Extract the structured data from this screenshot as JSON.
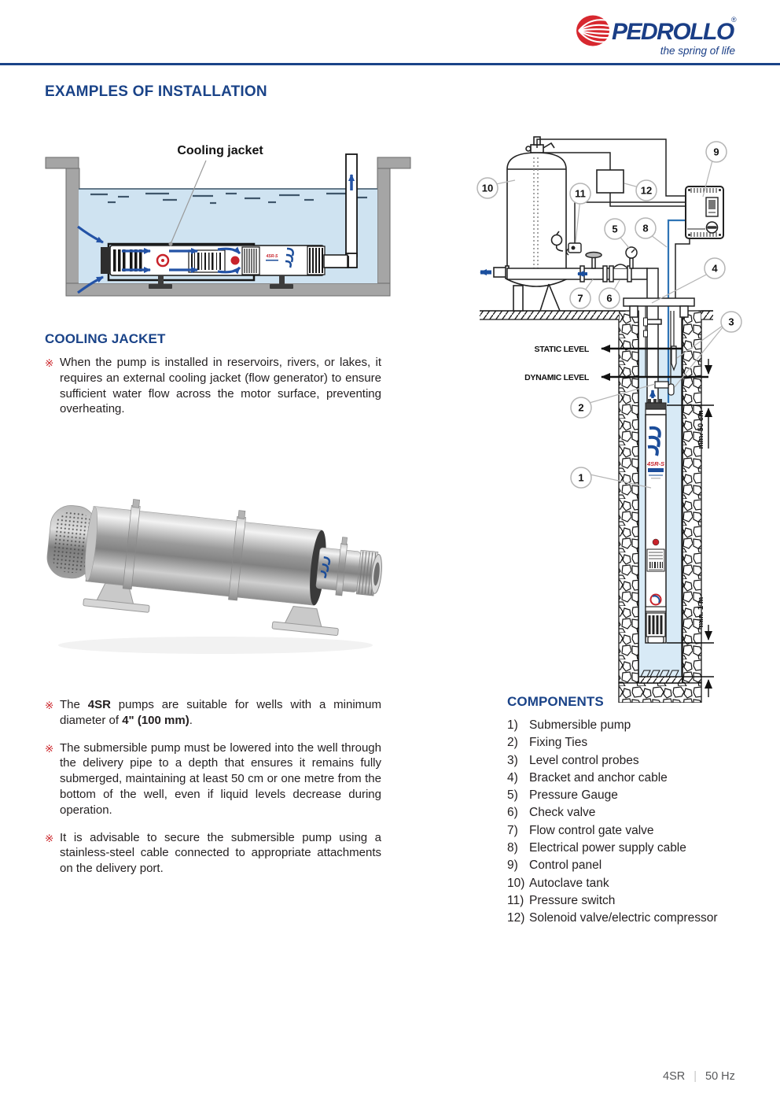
{
  "brand": {
    "name": "PEDROLLO",
    "reg": "®",
    "tagline": "the spring of life"
  },
  "page": {
    "title": "EXAMPLES OF INSTALLATION"
  },
  "cooling": {
    "label": "Cooling jacket"
  },
  "install": {
    "static_level": "STATIC LEVEL",
    "dynamic_level": "DYNAMIC LEVEL",
    "min_50": "min. 50 cm",
    "min_1m": "min. 1 m",
    "pump_label": "4SR-S",
    "callouts": [
      "1",
      "2",
      "3",
      "4",
      "5",
      "6",
      "7",
      "8",
      "9",
      "10",
      "11",
      "12"
    ]
  },
  "sections": {
    "cooling_jacket": {
      "heading": "COOLING JACKET",
      "marker": "※",
      "body": "When the pump is installed in reservoirs, rivers, or lakes, it requires an external cooling jacket (flow generator) to ensure sufficient water flow across the motor surface, preventing overheating."
    },
    "notes": {
      "marker": "※",
      "b1_pre": "The ",
      "b1_bold1": "4SR",
      "b1_mid": " pumps are suitable for wells with a minimum diameter of ",
      "b1_bold2": "4\" (100 mm)",
      "b1_post": ".",
      "b2": "The submersible pump must be lowered into the well through the delivery pipe to a depth that ensures it remains fully submerged, maintaining at least 50 cm or one metre from the bottom of the well, even if liquid levels decrease during operation.",
      "b3": "It is advisable to secure the submersible pump using a stainless-steel cable connected to appropriate attachments on the delivery port."
    },
    "components": {
      "heading": "COMPONENTS",
      "items": [
        {
          "num": "1)",
          "label": "Submersible pump"
        },
        {
          "num": "2)",
          "label": "Fixing Ties"
        },
        {
          "num": "3)",
          "label": "Level control probes"
        },
        {
          "num": "4)",
          "label": "Bracket and anchor cable"
        },
        {
          "num": "5)",
          "label": "Pressure Gauge"
        },
        {
          "num": "6)",
          "label": "Check valve"
        },
        {
          "num": "7)",
          "label": "Flow control gate valve"
        },
        {
          "num": "8)",
          "label": "Electrical power supply cable"
        },
        {
          "num": "9)",
          "label": "Control panel"
        },
        {
          "num": "10)",
          "label": "Autoclave tank"
        },
        {
          "num": "11)",
          "label": "Pressure switch"
        },
        {
          "num": "12)",
          "label": "Solenoid valve/electric compressor"
        }
      ]
    }
  },
  "footer": {
    "model": "4SR",
    "divider": "|",
    "freq": "50 Hz"
  },
  "colors": {
    "navy": "#1a4388",
    "red": "#cb2026",
    "water": "#cfe3f1",
    "blue_arrow": "#2453a6"
  }
}
